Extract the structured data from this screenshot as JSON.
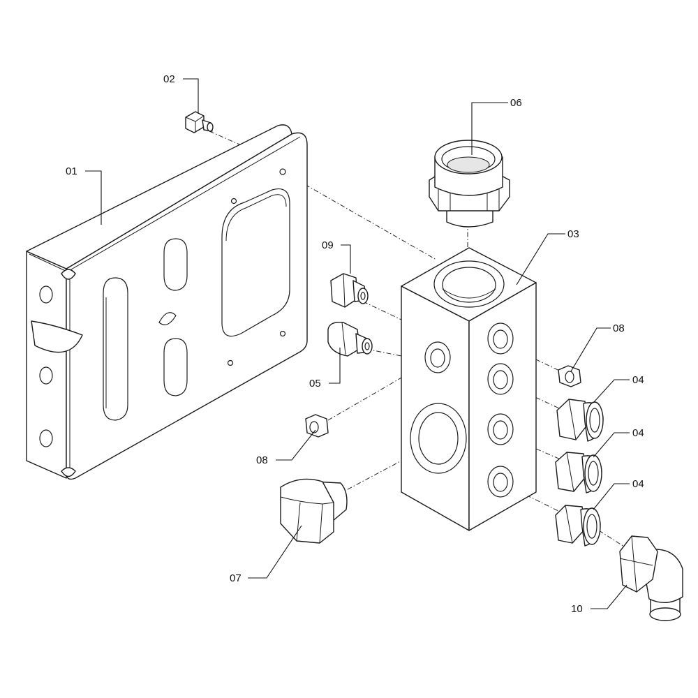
{
  "callouts": {
    "c01": "01",
    "c02": "02",
    "c03": "03",
    "c04a": "04",
    "c04b": "04",
    "c04c": "04",
    "c05": "05",
    "c06": "06",
    "c07": "07",
    "c08a": "08",
    "c08b": "08",
    "c09": "09",
    "c10": "10"
  },
  "colors": {
    "line": "#1a1a1a",
    "background": "#ffffff"
  }
}
